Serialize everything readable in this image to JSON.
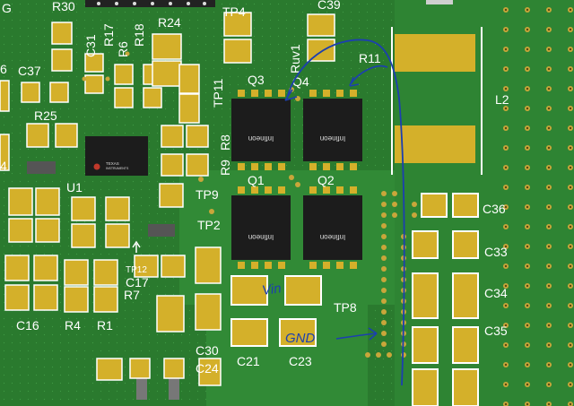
{
  "colors": {
    "board": "#2a7a2e",
    "pad": "#d4b02a",
    "silk": "#ffffff",
    "chip": "#1c1c1c",
    "via": "#c9a63a",
    "annotation": "#1c3fb0"
  },
  "designators": {
    "G": "G",
    "R30": "R30",
    "C31": "C31",
    "R17": "R17",
    "R6": "R6",
    "R18": "R18",
    "R24": "R24",
    "TP4": "TP4",
    "C39": "C39",
    "Ruv1": "Ruv1",
    "R11": "R11",
    "n6": "6",
    "C37": "C37",
    "Q3": "Q3",
    "Q4": "Q4",
    "TP11": "TP11",
    "L2": "L2",
    "R25": "R25",
    "R8": "R8",
    "R9": "R9",
    "U1": "U1",
    "n4": "4",
    "Q1": "Q1",
    "Q2": "Q2",
    "TP9": "TP9",
    "C36": "C36",
    "TP2": "TP2",
    "C33": "C33",
    "TP12": "TP12",
    "C17": "C17",
    "C34": "C34",
    "R7": "R7",
    "TP8": "TP8",
    "C16": "C16",
    "R4": "R4",
    "R1": "R1",
    "C35": "C35",
    "C30": "C30",
    "C21": "C21",
    "C23": "C23",
    "C24": "C24"
  },
  "chip_text": {
    "q_brand": "Infineon",
    "ti_line1": "TEXAS",
    "ti_line2": "INSTRUMENTS"
  },
  "annotations": {
    "vin": "Vin",
    "gnd": "GND"
  }
}
